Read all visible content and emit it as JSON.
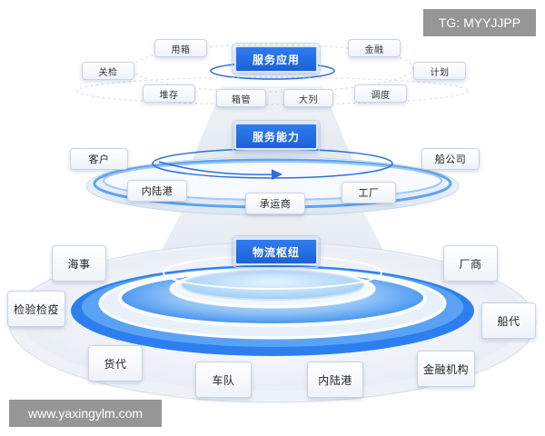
{
  "watermarks": {
    "top_right": "TG: MYYJJPP",
    "bottom_left": "www.yaxingylm.com"
  },
  "tiers": {
    "service_app": {
      "title": "服务应用",
      "labels": [
        "用箱",
        "金融",
        "关检",
        "计划",
        "堆存",
        "箱管",
        "大列",
        "调度"
      ]
    },
    "service_capability": {
      "title": "服务能力",
      "labels": [
        "客户",
        "船公司",
        "内陆港",
        "承运商",
        "工厂"
      ]
    },
    "logistics_hub": {
      "title": "物流枢纽",
      "labels": [
        "海事",
        "厂商",
        "检验检疫",
        "船代",
        "货代",
        "车队",
        "内陆港",
        "金融机构"
      ]
    }
  },
  "colors": {
    "accent": "#1b62d9",
    "ring_blue": "#3a8cf2",
    "ring_light": "#d6e8fb"
  }
}
